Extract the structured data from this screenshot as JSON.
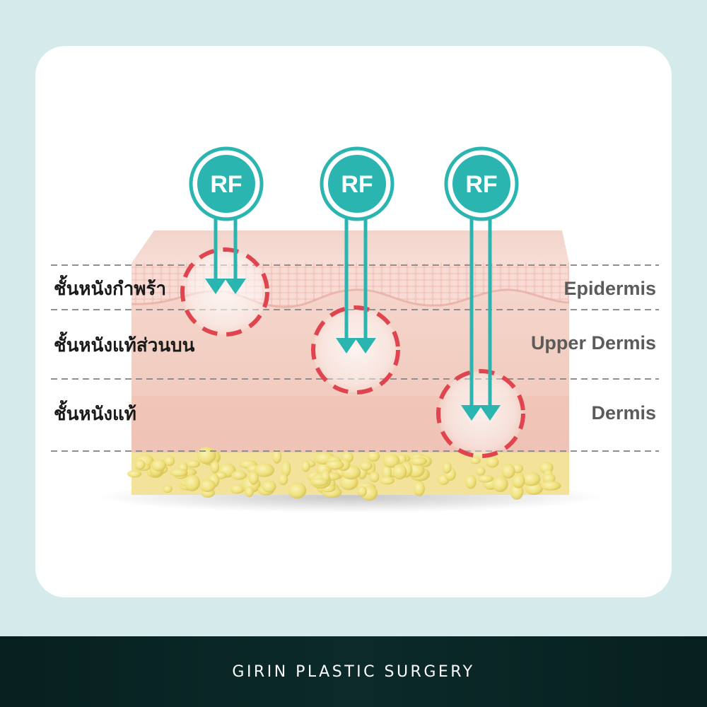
{
  "diagram": {
    "probes": [
      {
        "label": "RF",
        "target_layer": "Epidermis"
      },
      {
        "label": "RF",
        "target_layer": "Upper Dermis"
      },
      {
        "label": "RF",
        "target_layer": "Dermis"
      }
    ],
    "layers": [
      {
        "label_th": "ชั้นหนังกำพร้า",
        "label_en": "Epidermis"
      },
      {
        "label_th": "ชั้นหนังแท้ส่วนบน",
        "label_en": "Upper Dermis"
      },
      {
        "label_th": "ชั้นหนังแท้",
        "label_en": "Dermis"
      }
    ],
    "colors": {
      "accent_teal": "#2bb5b1",
      "target_ring_red": "#e0444e",
      "skin_pink": "#f4d3c9",
      "fat_yellow": "#f0e08a"
    }
  },
  "footer": {
    "brand": "GIRIN PLASTIC SURGERY"
  }
}
